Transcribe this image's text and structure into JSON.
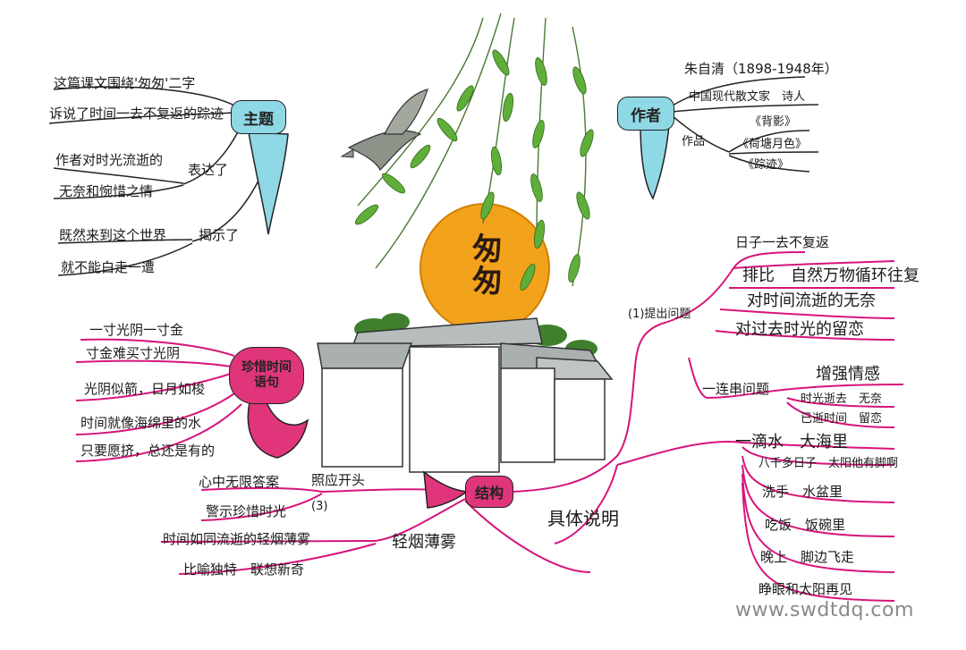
{
  "colors": {
    "topic_pink": "#e0357a",
    "branch_magenta": "#d6157a",
    "bubble_blue": "#8fd8e6",
    "sun_orange": "#f3a21c",
    "leaf_green": "#5fae3a",
    "bird_gray": "#8e938a"
  },
  "center": {
    "title": "匆匆"
  },
  "theme": {
    "label": "主题",
    "lines": [
      "这篇课文围绕'匆匆'二字",
      "诉说了时间一去不复返的踪迹"
    ],
    "expressed": "表达了",
    "expressed_lines": [
      "作者对时光流逝的",
      "无奈和惋惜之情"
    ],
    "revealed": "揭示了",
    "revealed_lines": [
      "既然来到这个世界",
      "就不能白走一遭"
    ]
  },
  "author": {
    "label": "作者",
    "name": "朱自清（1898-1948年）",
    "identity": "中国现代散文家　诗人",
    "works_label": "作品",
    "works": [
      "《背影》",
      "《荷塘月色》",
      "《踪迹》"
    ]
  },
  "proverbs": {
    "label": "珍惜时间语句",
    "lines": [
      "一寸光阴一寸金",
      "寸金难买寸光阴",
      "光阴似箭，日月如梭",
      "时间就像海绵里的水",
      "只要愿挤，总还是有的"
    ]
  },
  "structure": {
    "label": "结构",
    "questions": {
      "label": "(1)提出问题",
      "top": "日子一去不复返",
      "items": [
        "排比　自然万物循环往复",
        "对时间流逝的无奈",
        "对过去时光的留恋"
      ],
      "chain": "一连串问题",
      "chain_head": "增强情感",
      "chain_items": [
        "时光逝去　无奈",
        "已逝时间　留恋"
      ]
    },
    "concrete": {
      "label": "具体说明",
      "drop": "一滴水　大海里",
      "items": [
        "八千多日子　太阳他有脚啊",
        "洗手　水盆里",
        "吃饭　饭碗里",
        "晚上　脚边飞走",
        "睁眼和太阳再见"
      ]
    },
    "echo": {
      "label": "照应开头",
      "num": "(3)",
      "lines": [
        "心中无限答案",
        "警示珍惜时光"
      ]
    },
    "smoke": {
      "label": "轻烟薄雾",
      "lines": [
        "时间如同流逝的轻烟薄雾",
        "比喻独特　联想新奇"
      ]
    }
  },
  "watermark": "www.swdtdq.com"
}
